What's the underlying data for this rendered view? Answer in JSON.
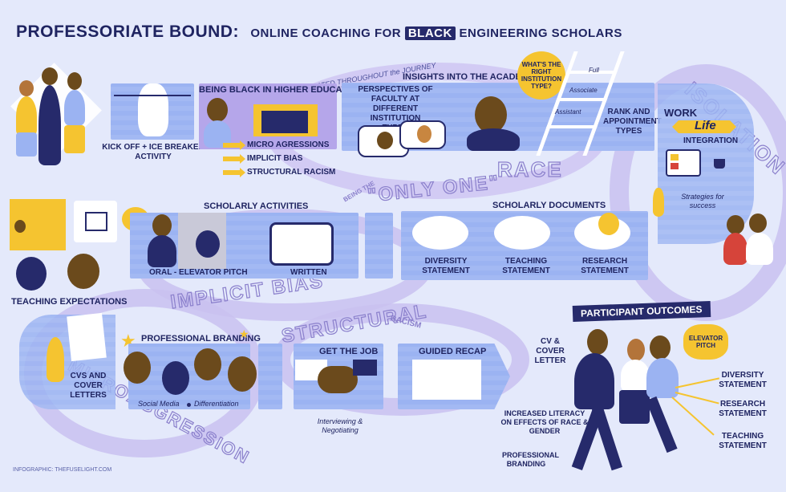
{
  "header": {
    "title": "PROFESSORIATE BOUND:",
    "subtitle_pre": "ONLINE COACHING FOR",
    "subtitle_highlight": "BLACK",
    "subtitle_post": "ENGINEERING SCHOLARS"
  },
  "themes": {
    "integrated": "INTEGRATED THROUGHOUT the JOURNEY",
    "race": "RACE",
    "isolation": "ISOLATION",
    "only_one_prefix": "BEING THE",
    "only_one": "\"ONLY ONE\"",
    "implicit_bias": "IMPLICIT BIAS",
    "structural": "STRUCTURAL",
    "racism": "RACISM",
    "microaggression": "MICROAGGRESSION"
  },
  "row1": {
    "kickoff": {
      "label": "KICK OFF + ICE BREAKER ACTIVITY"
    },
    "being_black": {
      "heading": "BEING BLACK in HIGHER EDUCATION",
      "items": [
        "MICRO AGRESSIONS",
        "IMPLICIT BIAS",
        "STRUCTURAL RACISM"
      ]
    },
    "academy": {
      "heading": "INSIGHTS INTO THE ACADEMY",
      "perspectives": "PERSPECTIVES OF FACULTY AT DIFFERENT INSTITUTION TYPES",
      "bubble": "WHAT'S THE RIGHT INSTITUTION TYPE?",
      "ladder": [
        "Full",
        "Associate",
        "Assistant"
      ],
      "rank": "RANK AND APPOINTMENT TYPES"
    },
    "work_life": {
      "work": "WORK",
      "life": "Life",
      "integration": "INTEGRATION",
      "strategies": "Strategies for success"
    }
  },
  "row2": {
    "teaching": {
      "label": "TEACHING EXPECTATIONS"
    },
    "scholarly_activities": {
      "heading": "SCHOLARLY ACTIVITIES",
      "oral": "ORAL - ELEVATOR PITCH",
      "written": "WRITTEN"
    },
    "scholarly_documents": {
      "heading": "SCHOLARLY DOCUMENTS",
      "items": [
        "DIVERSITY STATEMENT",
        "TEACHING STATEMENT",
        "RESEARCH STATEMENT"
      ]
    }
  },
  "row3": {
    "cvs": {
      "label": "CVs AND COVER LETTERS"
    },
    "branding": {
      "heading": "PROFESSIONAL BRANDING",
      "caption_a": "Social Media",
      "caption_b": "Differentiation"
    },
    "get_job": {
      "heading": "GET THE JOB",
      "caption": "Interviewing & Negotiating"
    },
    "recap": {
      "heading": "GUIDED RECAP"
    }
  },
  "outcomes": {
    "banner": "PARTICIPANT OUTCOMES",
    "bubble": "ELEVATOR PITCH",
    "cv": "CV & COVER LETTER",
    "literacy": "INCREASED LITERACY ON EFFECTS OF RACE & GENDER",
    "branding": "PROFESSIONAL BRANDING",
    "right": [
      "DIVERSITY STATEMENT",
      "RESEARCH STATEMENT",
      "TEACHING STATEMENT"
    ]
  },
  "credit": "INFOGRAPHIC: THEFUSELIGHT.COM",
  "colors": {
    "background": "#e4e9fb",
    "panel_blue": "#9bb3f2",
    "panel_purple": "#b5a6ea",
    "ink_navy": "#1f2461",
    "accent_yellow": "#f5c430",
    "ribbon_lavender": "#c9c1f0"
  }
}
